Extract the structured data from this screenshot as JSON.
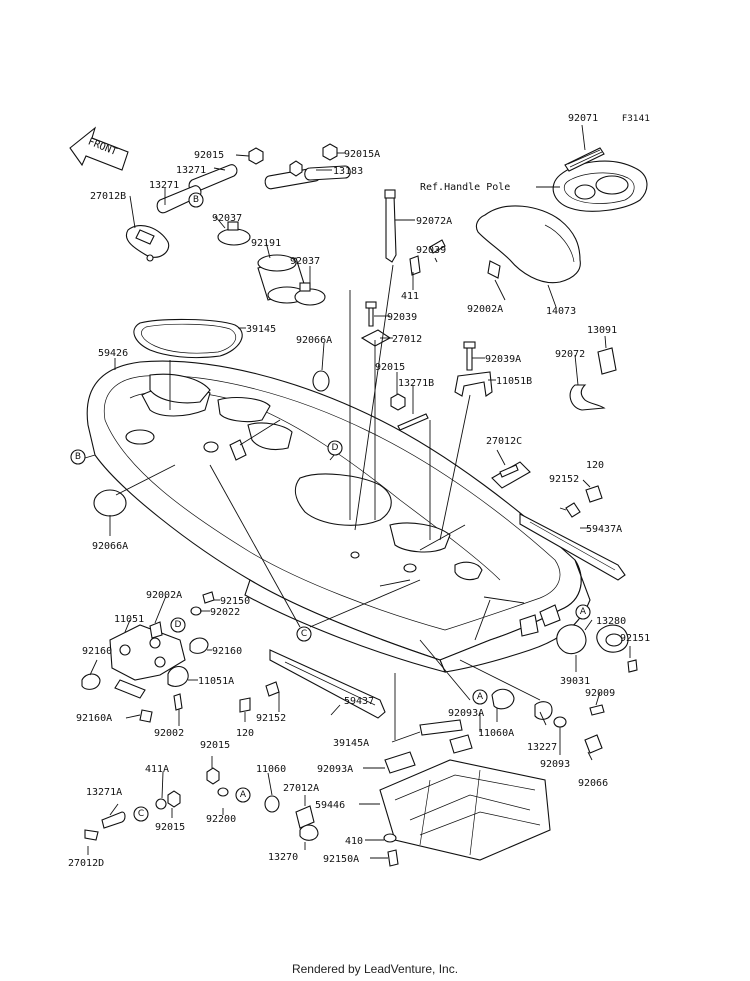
{
  "figure_code": "F3141",
  "front_arrow_text": "FRONT",
  "ref_text": "Ref.Handle Pole",
  "footer": "Rendered by LeadVenture, Inc.",
  "callouts": {
    "A": "A",
    "B": "B",
    "C": "C",
    "D": "D"
  },
  "labels": {
    "p92071": "92071",
    "p92015": "92015",
    "p92015A": "92015A",
    "p13271_top": "13271",
    "p13183": "13183",
    "p13271_left": "13271",
    "p27012B": "27012B",
    "p92037_left": "92037",
    "p92191": "92191",
    "p92037_right": "92037",
    "p92072A": "92072A",
    "p92039_top": "92039",
    "p411": "411",
    "p92002A_right": "92002A",
    "p14073": "14073",
    "p39145": "39145",
    "p92039_mid": "92039",
    "p92066A": "92066A",
    "p27012": "27012",
    "p13091": "13091",
    "p59426": "59426",
    "p92039A": "92039A",
    "p92072": "92072",
    "p92015_mid": "92015",
    "p11051B": "11051B",
    "p13271B": "13271B",
    "p27012C": "27012C",
    "p120_right": "120",
    "p92152_right": "92152",
    "p59437A": "59437A",
    "p92066A_left": "92066A",
    "p92002A_left": "92002A",
    "p92150": "92150",
    "p11051": "11051",
    "p92022": "92022",
    "p13280": "13280",
    "p92160_left": "92160",
    "p92160_right": "92160",
    "p92151": "92151",
    "p11051A": "11051A",
    "p39031": "39031",
    "p92009": "92009",
    "p92160A": "92160A",
    "p92002": "92002",
    "p92152_left": "92152",
    "p59437": "59437",
    "p92093A_top": "92093A",
    "p11060A": "11060A",
    "p120_left": "120",
    "p39145A": "39145A",
    "p13227": "13227",
    "p92093": "92093",
    "p92066": "92066",
    "p92015_bl": "92015",
    "p411A": "411A",
    "p11060": "11060",
    "p27012A": "27012A",
    "p92093A_mid": "92093A",
    "p13271A": "13271A",
    "p59446": "59446",
    "p92200": "92200",
    "p92015_bl2": "92015",
    "p13270": "13270",
    "p410": "410",
    "p27012D": "27012D",
    "p92150A": "92150A"
  }
}
